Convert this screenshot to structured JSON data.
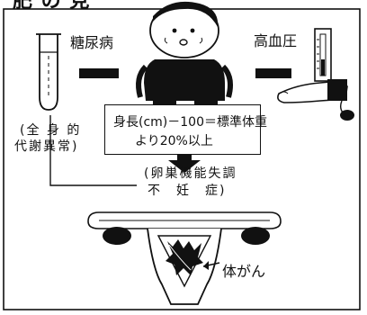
{
  "title": "肥 の 見 ",
  "labels": {
    "diabetes": "糖尿病",
    "hypertension": "高血圧",
    "formula_line1": "身長(cm)－100＝標準体重",
    "formula_line2": "より20%以上",
    "ovulation_line1": "(卵巣機能失調",
    "ovulation_line2": "不　妊　症)",
    "systemic_line1": "(全 身 的",
    "systemic_line2": "代謝異常)",
    "body_cancer": "体がん"
  },
  "colors": {
    "ink": "#111111",
    "paper": "#ffffff"
  }
}
